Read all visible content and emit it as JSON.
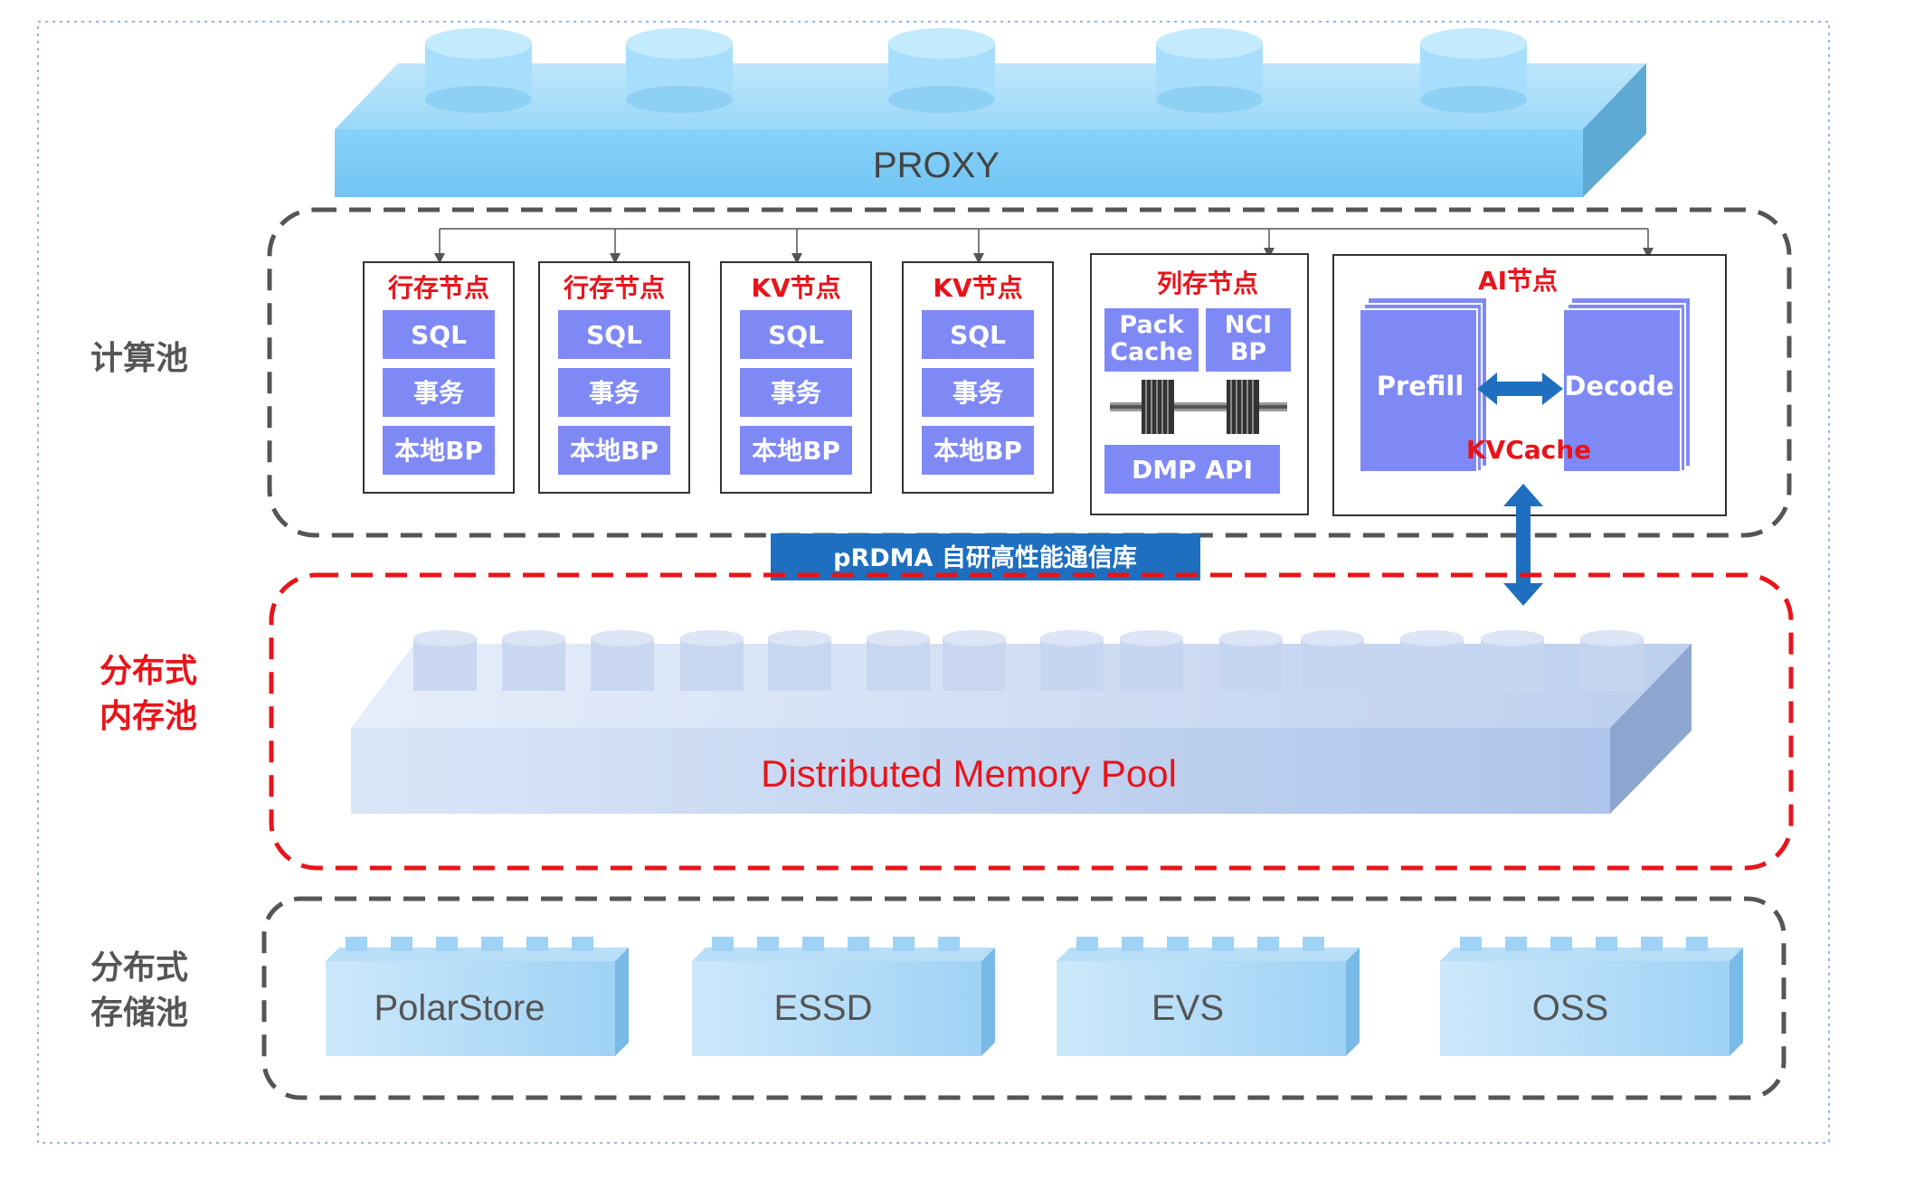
{
  "side_labels": {
    "compute": "计算池",
    "memory_line1": "分布式",
    "memory_line2": "内存池",
    "storage_line1": "分布式",
    "storage_line2": "存储池"
  },
  "proxy": {
    "label": "PROXY"
  },
  "nodes": [
    {
      "title": "行存节点",
      "rows": [
        "SQL",
        "事务",
        "本地BP"
      ]
    },
    {
      "title": "行存节点",
      "rows": [
        "SQL",
        "事务",
        "本地BP"
      ]
    },
    {
      "title": "KV节点",
      "rows": [
        "SQL",
        "事务",
        "本地BP"
      ]
    },
    {
      "title": "KV节点",
      "rows": [
        "SQL",
        "事务",
        "本地BP"
      ]
    }
  ],
  "column_node": {
    "title": "列存节点",
    "pack_cache_line1": "Pack",
    "pack_cache_line2": "Cache",
    "nci_line1": "NCI",
    "nci_line2": "BP",
    "dmp_api": "DMP API"
  },
  "ai_node": {
    "title": "AI节点",
    "prefill": "Prefill",
    "decode": "Decode",
    "kvcache": "KVCache"
  },
  "prdma": {
    "label": "pRDMA 自研高性能通信库"
  },
  "memory_pool": {
    "label": "Distributed Memory Pool"
  },
  "storage": [
    {
      "label": "PolarStore"
    },
    {
      "label": "ESSD"
    },
    {
      "label": "EVS"
    },
    {
      "label": "OSS"
    }
  ],
  "colors": {
    "accent_red": "#e8141b",
    "node_block": "#7f89f5",
    "proxy_blue": "#8fd3f8",
    "prdma_blue": "#1f6fc0",
    "storage_blue": "#a9d6f5"
  }
}
